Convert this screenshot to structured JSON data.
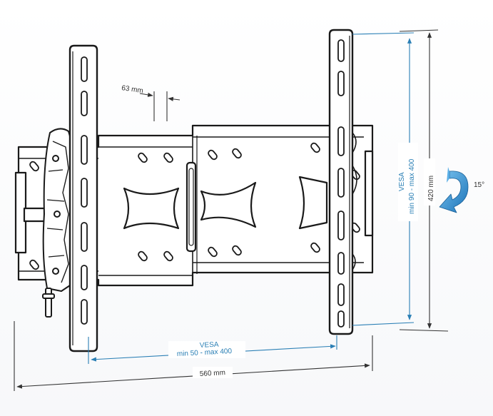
{
  "diagram": {
    "bracket_spacing_label": "63 mm",
    "vesa_horizontal": {
      "title": "VESA",
      "range": "min 50 - max 400"
    },
    "vesa_vertical": {
      "title": "VESA",
      "range": "min 90 - max 400"
    },
    "total_width_label": "560 mm",
    "total_height_label": "420 mm",
    "tilt_angle_label": "15°"
  },
  "colors": {
    "line": "#1a1a1a",
    "dimension_blue": "#2a7fb5",
    "dimension_gray": "#333333",
    "tilt_arrow": "#2d8fd0",
    "plate_fill": "#ffffff"
  }
}
